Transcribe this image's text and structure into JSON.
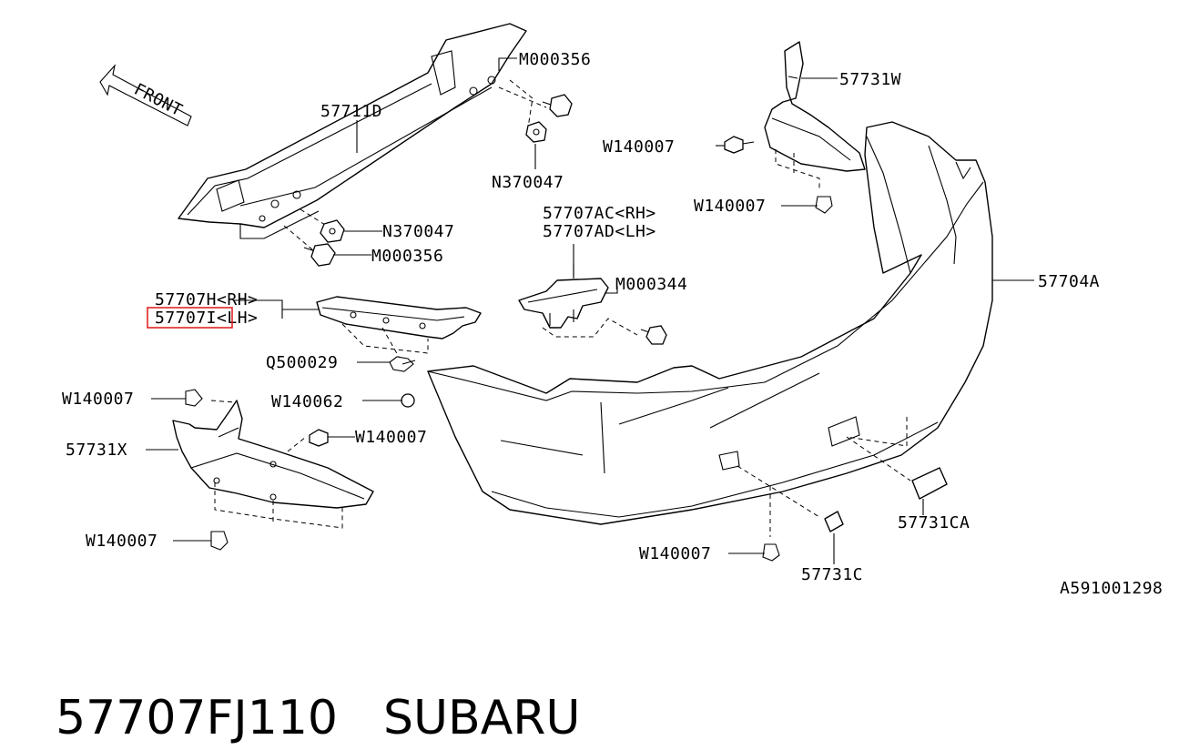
{
  "diagram": {
    "front_label": "FRONT",
    "ref_code": "A591001298",
    "labels": {
      "m000356_top": "M000356",
      "p57711d": "57711D",
      "n370047_top": "N370047",
      "n370047_mid": "N370047",
      "m000356_mid": "M000356",
      "p57707h": "57707H<RH>",
      "p57707i": "57707I<LH>",
      "q500029": "Q500029",
      "w140007_left": "W140007",
      "w140062": "W140062",
      "p57731x": "57731X",
      "w140007_midleft": "W140007",
      "w140007_bottomleft": "W140007",
      "p57707ac": "57707AC<RH>",
      "p57707ad": "57707AD<LH>",
      "m000344": "M000344",
      "p57731w": "57731W",
      "w140007_topright": "W140007",
      "w140007_right": "W140007",
      "p57704a": "57704A",
      "w140007_bottom": "W140007",
      "p57731c": "57731C",
      "p57731ca": "57731CA"
    },
    "highlighted_part": "57707I",
    "highlight_color": "#e02424"
  },
  "caption": {
    "part_number": "57707FJ110",
    "brand": "SUBARU"
  }
}
